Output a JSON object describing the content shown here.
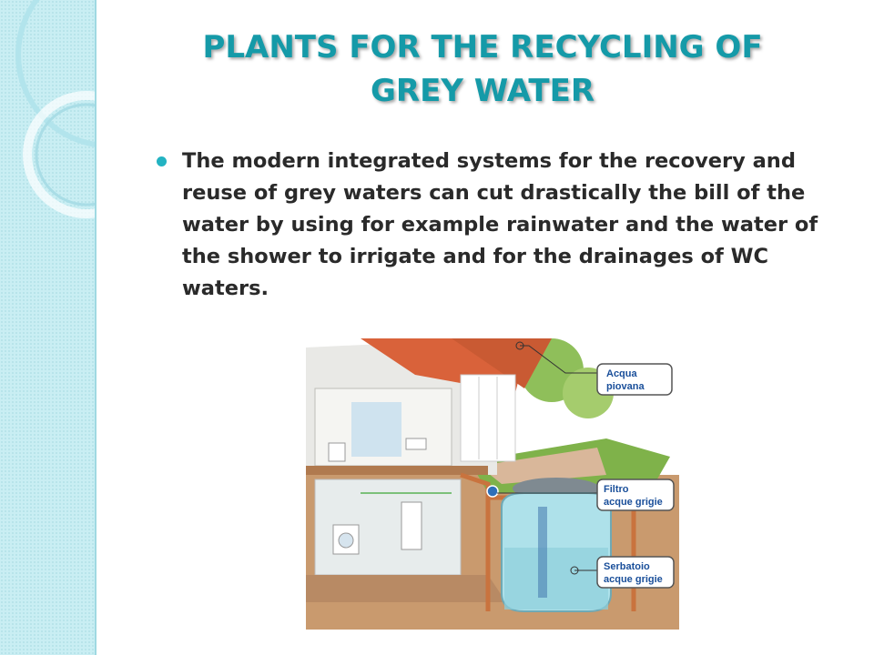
{
  "slide": {
    "title_line1": "PLANTS FOR THE RECYCLING OF",
    "title_line2": "GREY WATER",
    "bullet": "The modern integrated systems for the recovery and reuse of grey waters can cut drastically the bill of the water by using for example rainwater and the water of the shower to irrigate and for the drainages of WC waters."
  },
  "illustration": {
    "callout_1": {
      "line1": "Acqua",
      "line2": "piovana"
    },
    "callout_2": {
      "line1": "Filtro",
      "line2": "acque grigie"
    },
    "callout_3": {
      "line1": "Serbatoio",
      "line2": "acque grigie"
    }
  },
  "colors": {
    "title": "#159aa8",
    "bullet": "#23b3c2",
    "band": "#c9eef3",
    "roof": "#d9623a",
    "pipe": "#c9733e",
    "tank": "#aee1ea",
    "label": "#1a4f9a"
  }
}
